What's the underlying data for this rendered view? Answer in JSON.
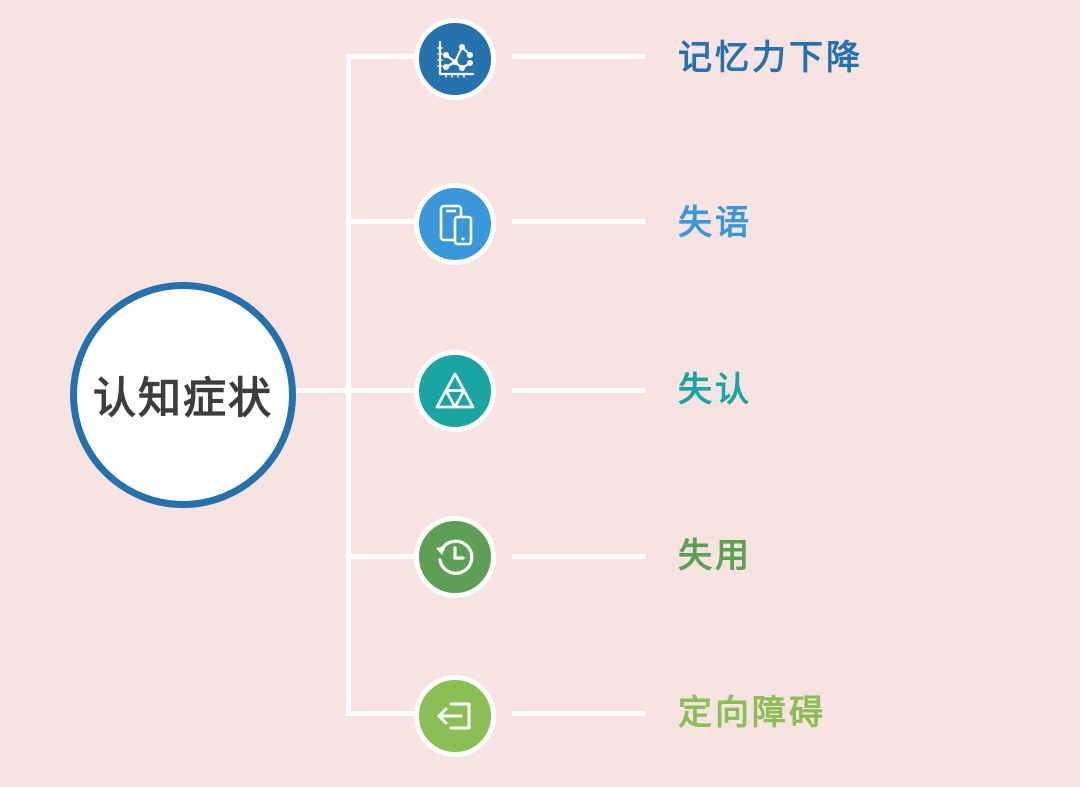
{
  "center": {
    "label": "认知症状",
    "border_color": "#2571ad"
  },
  "branches": [
    {
      "label": "记忆力下降",
      "icon": "line-chart-icon",
      "color": "#2572ad"
    },
    {
      "label": "失语",
      "icon": "mobile-devices-icon",
      "color": "#3a97d9"
    },
    {
      "label": "失认",
      "icon": "triangle-pyramid-icon",
      "color": "#1aa4a2"
    },
    {
      "label": "失用",
      "icon": "history-clock-icon",
      "color": "#5d9f54"
    },
    {
      "label": "定向障碍",
      "icon": "exit-arrow-icon",
      "color": "#8cbe56"
    }
  ],
  "colors": {
    "background": "#f7e4e2",
    "connector": "#ffffff"
  }
}
